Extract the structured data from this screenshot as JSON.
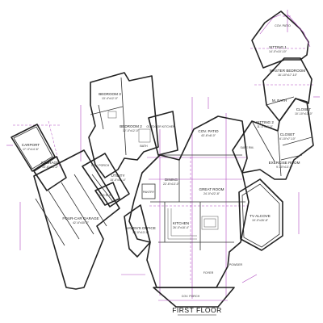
{
  "title": "FIRST FLOOR",
  "rooms": [
    {
      "id": "carport",
      "name": "CARPORT",
      "size": "17'-3\"x14'-6\""
    },
    {
      "id": "storage",
      "name": "STORAGE",
      "size": "13'-6\"x20'-2\""
    },
    {
      "id": "garage",
      "name": "FOUR-CAR GARAGE",
      "size": "42'-6\"x30'-2\""
    },
    {
      "id": "bedroom3",
      "name": "BEDROOM 3",
      "size": "13'-4\"x12'-0\""
    },
    {
      "id": "bedroom2",
      "name": "BEDROOM 2",
      "size": "12'-0\"x12'-0\""
    },
    {
      "id": "bath",
      "name": "BATH",
      "size": ""
    },
    {
      "id": "covporch",
      "name": "COV. PORCH",
      "size": ""
    },
    {
      "id": "utility",
      "name": "UTILITY",
      "size": "15'-0\"x11'-4\""
    },
    {
      "id": "dogrun",
      "name": "DOG RUN",
      "size": ""
    },
    {
      "id": "pantry",
      "name": "PANTRY",
      "size": ""
    },
    {
      "id": "outdoorkitchen",
      "name": "OUTDOOR KITCHEN",
      "size": ""
    },
    {
      "id": "dining",
      "name": "DINING",
      "size": "22'-6\"x13'-0\""
    },
    {
      "id": "covpatio",
      "name": "COV. PATIO",
      "size": "43'-6\"x8'-0\""
    },
    {
      "id": "greatroom",
      "name": "GREAT ROOM",
      "size": "24'-0\"x22'-8\""
    },
    {
      "id": "kitchen",
      "name": "KITCHEN",
      "size": "26'-0\"x18'-4\""
    },
    {
      "id": "office",
      "name": "HAVEN'S OFFICE",
      "size": "10'-0\"x13'-6\""
    },
    {
      "id": "tvalcove",
      "name": "TV ALCOVE",
      "size": "19'-0\"x26'-8\""
    },
    {
      "id": "exercise",
      "name": "EXERCISE ROOM",
      "size": "9'-10\"x13'-0\""
    },
    {
      "id": "saferm",
      "name": "SAFE RM.",
      "size": ""
    },
    {
      "id": "sitting2",
      "name": "SITTING 2",
      "size": "11'-0\"x13'-0\""
    },
    {
      "id": "closet",
      "name": "CLOSET",
      "size": "10'-10\"x13'-0\""
    },
    {
      "id": "closet2",
      "name": "CLOSET",
      "size": "6'-10\"x7'-10\""
    },
    {
      "id": "mbath",
      "name": "M. BATH",
      "size": ""
    },
    {
      "id": "masterbedroom",
      "name": "MASTER BEDROOM",
      "size": "16'-10\"x17'-10\""
    },
    {
      "id": "sitting1",
      "name": "SITTING 1",
      "size": "14'-0\"x10'-10\""
    },
    {
      "id": "covpatio2",
      "name": "COV. PATIO",
      "size": ""
    },
    {
      "id": "covporch2",
      "name": "COV. PORCH",
      "size": ""
    },
    {
      "id": "foyer",
      "name": "FOYER",
      "size": ""
    },
    {
      "id": "powder",
      "name": "POWDER",
      "size": ""
    }
  ]
}
